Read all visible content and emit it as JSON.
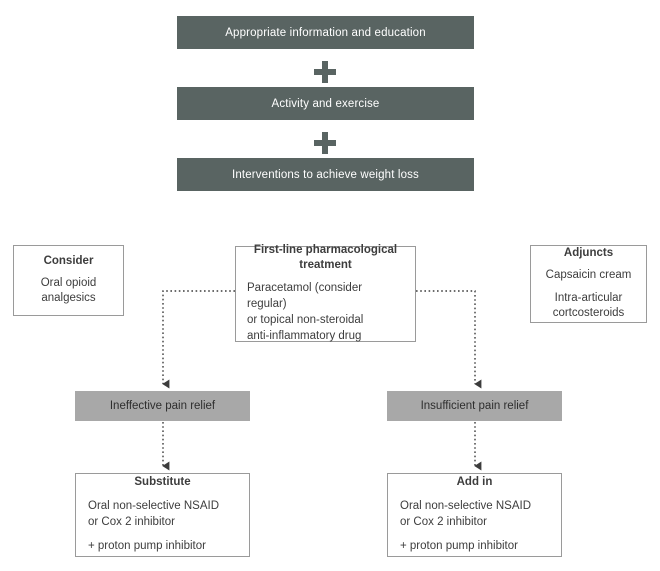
{
  "diagram": {
    "title": "Osteoarthritis pharmacological management flowchart",
    "colors": {
      "banner_fill": "#596462",
      "banner_text": "#ffffff",
      "grey_fill": "#a8a8a8",
      "outline_border": "#9a9a9a",
      "body_text": "#3d3d3d",
      "connector": "#4a4a4a"
    }
  },
  "core_treatments": {
    "banners": [
      {
        "label": "Appropriate information and education"
      },
      {
        "label": "Activity and exercise"
      },
      {
        "label": "Interventions to achieve weight loss"
      }
    ],
    "separators": [
      {
        "glyph": "plus-icon"
      },
      {
        "glyph": "plus-icon"
      }
    ]
  },
  "consider_box": {
    "header": "Consider",
    "lines": [
      "Oral opioid",
      "analgesics"
    ]
  },
  "first_line_box": {
    "header": "First-line pharmacological treatment",
    "lines": [
      "Paracetamol (consider regular)",
      "or topical non-steroidal",
      "anti-inflammatory drug"
    ]
  },
  "adjuncts_box": {
    "header": "Adjuncts",
    "lines": [
      "Capsaicin cream",
      "Intra-articular cortcosteroids"
    ],
    "line1": "Capsaicin cream",
    "line2a": "Intra-articular",
    "line2b": "cortcosteroids"
  },
  "left_branch": {
    "outcome": "Ineffective pain relief",
    "action": {
      "header": "Substitute",
      "para1_line1": "Oral non-selective NSAID",
      "para1_line2": "or Cox 2 inhibitor",
      "para2": "+ proton pump inhibitor"
    }
  },
  "right_branch": {
    "outcome": "Insufficient pain relief",
    "action": {
      "header": "Add in",
      "para1_line1": "Oral non-selective NSAID",
      "para1_line2": "or Cox 2 inhibitor",
      "para2": "+ proton pump inhibitor"
    }
  }
}
